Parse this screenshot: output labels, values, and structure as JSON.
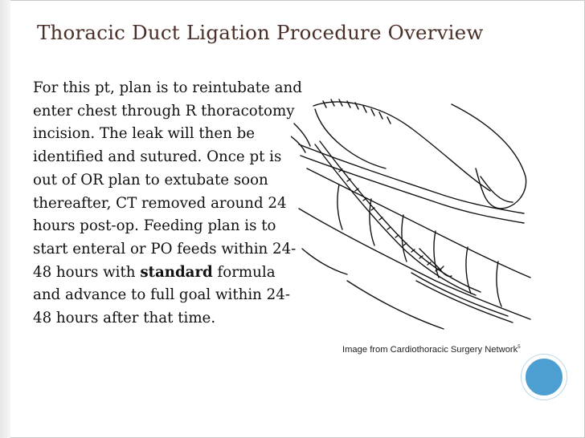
{
  "slide": {
    "title": "Thoracic Duct Ligation Procedure Overview",
    "body_before_bold": "For this pt, plan is to reintubate and enter chest through R thoracotomy incision.  The leak will then be identified and sutured.  Once pt is out of OR plan to extubate soon thereafter, CT removed around 24 hours post-op.  Feeding plan is to start enteral or PO feeds within 24-48 hours with ",
    "body_bold": "standard",
    "body_after_bold": " formula and advance to full goal within 24-48 hours after that time.",
    "caption": "Image from Cardiothoracic Surgery Network",
    "caption_ref": "5"
  },
  "colors": {
    "title": "#4a2f26",
    "accent_circle": "#4c9fd0"
  },
  "icons": [
    "surgical-illustration",
    "nav-circle"
  ]
}
